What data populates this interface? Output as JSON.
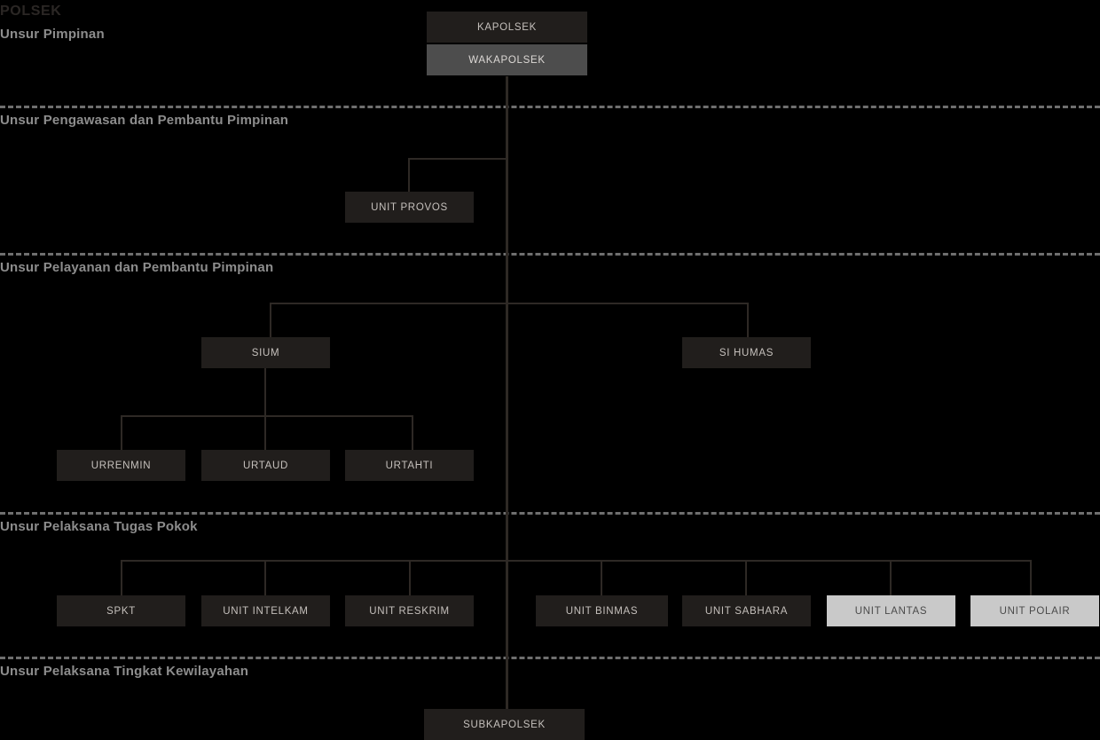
{
  "chart_title": "POLSEK",
  "colors": {
    "background": "#000000",
    "node_dark_bg": "#211e1c",
    "node_dark_text": "#c5c0bc",
    "node_mid_bg": "#4d4d4d",
    "node_mid_text": "#ddd9d6",
    "node_light_bg": "#c9c9c9",
    "node_light_text": "#4a4a4a",
    "connector": "#2e2925",
    "divider": "#6f6f6f",
    "section_label_text": "#8d8d8d",
    "title_text": "#2b2725"
  },
  "sections": [
    {
      "id": "pimpinan",
      "label": "Unsur Pimpinan"
    },
    {
      "id": "pengawasan",
      "label": "Unsur Pengawasan dan Pembantu Pimpinan"
    },
    {
      "id": "pelayanan",
      "label": "Unsur Pelayanan dan Pembantu Pimpinan"
    },
    {
      "id": "tugas-pokok",
      "label": "Unsur Pelaksana Tugas Pokok"
    },
    {
      "id": "kewilayahan",
      "label": "Unsur Pelaksana Tingkat Kewilayahan"
    }
  ],
  "nodes": {
    "kapolsek": {
      "label": "KAPOLSEK",
      "style": "dark"
    },
    "wakapolsek": {
      "label": "WAKAPOLSEK",
      "style": "mid"
    },
    "unit_provos": {
      "label": "UNIT PROVOS",
      "style": "dark"
    },
    "sium": {
      "label": "SIUM",
      "style": "dark"
    },
    "si_humas": {
      "label": "SI HUMAS",
      "style": "dark"
    },
    "urrenmin": {
      "label": "URRENMIN",
      "style": "dark"
    },
    "urtaud": {
      "label": "URTAUD",
      "style": "dark"
    },
    "urtahti": {
      "label": "URTAHTI",
      "style": "dark"
    },
    "spkt": {
      "label": "SPKT",
      "style": "dark"
    },
    "unit_intelkam": {
      "label": "UNIT INTELKAM",
      "style": "dark"
    },
    "unit_reskrim": {
      "label": "UNIT RESKRIM",
      "style": "dark"
    },
    "unit_binmas": {
      "label": "UNIT BINMAS",
      "style": "dark"
    },
    "unit_sabhara": {
      "label": "UNIT SABHARA",
      "style": "dark"
    },
    "unit_lantas": {
      "label": "UNIT LANTAS",
      "style": "light"
    },
    "unit_polair": {
      "label": "UNIT POLAIR",
      "style": "light"
    },
    "subkapolsek": {
      "label": "SUBKAPOLSEK",
      "style": "dark"
    }
  }
}
